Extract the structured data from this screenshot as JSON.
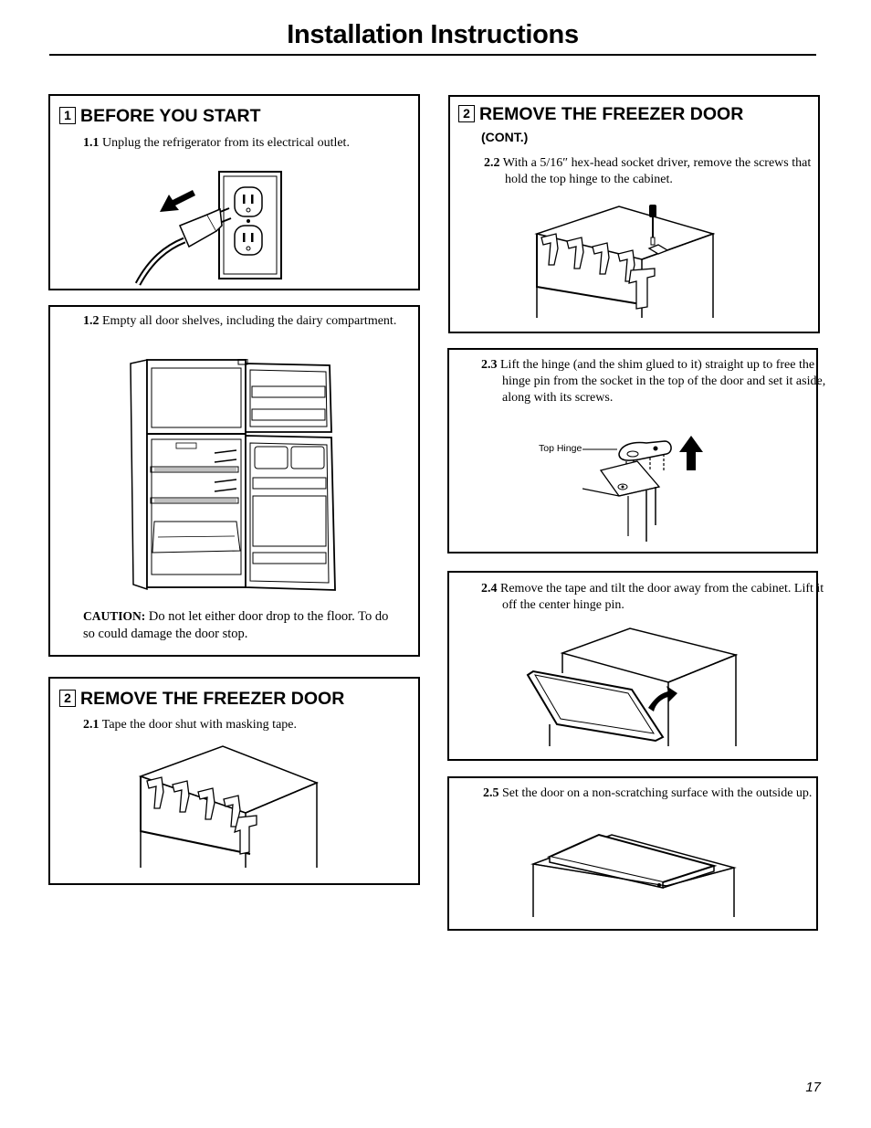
{
  "page": {
    "title": "Installation Instructions",
    "page_number": "17"
  },
  "sec1": {
    "number": "1",
    "heading": "BEFORE YOU START",
    "step_1_1": {
      "num": "1.1",
      "text": "Unplug the refrigerator from its electrical outlet."
    },
    "step_1_2": {
      "num": "1.2",
      "text": "Empty all door shelves, including the dairy compartment."
    },
    "caution_label": "CAUTION:",
    "caution_text": "Do not let either door drop to the floor. To do so could damage the door stop."
  },
  "sec2": {
    "number": "2",
    "heading": "REMOVE THE FREEZER DOOR",
    "cont_label": "(CONT.)",
    "step_2_1": {
      "num": "2.1",
      "text": "Tape the door shut with masking tape."
    },
    "step_2_2": {
      "num": "2.2",
      "text": "With a 5/16″ hex-head socket driver, remove the screws that hold the top hinge to the cabinet."
    },
    "step_2_3": {
      "num": "2.3",
      "text": "Lift the hinge (and the shim glued to it) straight up to free the hinge pin from the socket in the top of the door and set it aside, along with its screws."
    },
    "top_hinge_label": "Top Hinge",
    "step_2_4": {
      "num": "2.4",
      "text": "Remove the tape and tilt the door away from the cabinet. Lift it off the center hinge pin."
    },
    "step_2_5": {
      "num": "2.5",
      "text": "Set the door on a non-scratching surface with the outside up."
    }
  }
}
